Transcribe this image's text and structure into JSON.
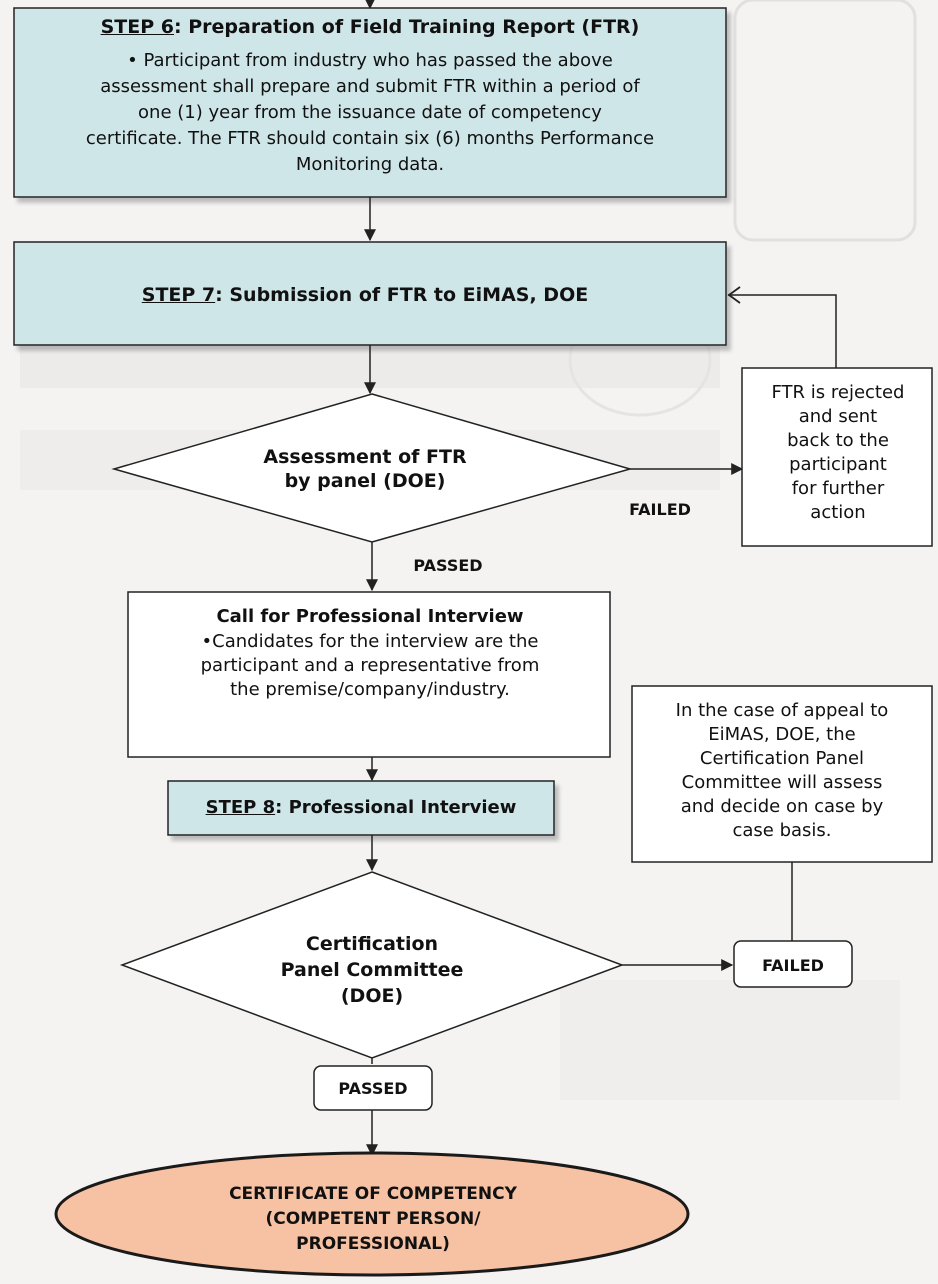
{
  "colors": {
    "step_box_fill": "#cfe6e9",
    "box_fill": "#ffffff",
    "oval_fill": "#f7c2a3",
    "line": "#222222",
    "background": "#f4f3f2"
  },
  "step6": {
    "step_label": "STEP 6",
    "title_rest": ": Preparation of Field Training Report (FTR)",
    "body_lines": [
      "• Participant from industry who has passed the above",
      "assessment shall prepare and submit FTR within a period of",
      "one (1) year from the issuance date of competency",
      "certificate. The FTR should contain six (6) months Performance",
      "Monitoring data."
    ]
  },
  "step7": {
    "step_label": "STEP 7",
    "title_rest": ": Submission of FTR to EiMAS, DOE"
  },
  "assessment_decision": {
    "lines": [
      "Assessment of FTR",
      "by panel (DOE)"
    ]
  },
  "rejected_box": {
    "lines": [
      "FTR is rejected",
      "and sent",
      "back to the",
      "participant",
      "for further",
      "action"
    ]
  },
  "failed_label_1": "FAILED",
  "passed_label_1": "PASSED",
  "interview_call": {
    "title": "Call for Professional Interview",
    "body_lines": [
      "•Candidates for the  interview are the",
      "participant and  a representative from",
      "the premise/company/industry."
    ]
  },
  "appeal_box": {
    "lines": [
      "In the case of appeal to",
      "EiMAS, DOE, the",
      "Certification Panel",
      "Committee will assess",
      "and decide on case by",
      "case basis."
    ]
  },
  "step8": {
    "step_label": "STEP 8",
    "title_rest": ": Professional Interview"
  },
  "committee_decision": {
    "lines": [
      "Certification",
      "Panel Committee",
      "(DOE)"
    ]
  },
  "failed_label_2": "FAILED",
  "passed_label_2": "PASSED",
  "certificate": {
    "lines": [
      "CERTIFICATE OF COMPETENCY",
      "(COMPETENT PERSON/",
      "PROFESSIONAL)"
    ]
  }
}
